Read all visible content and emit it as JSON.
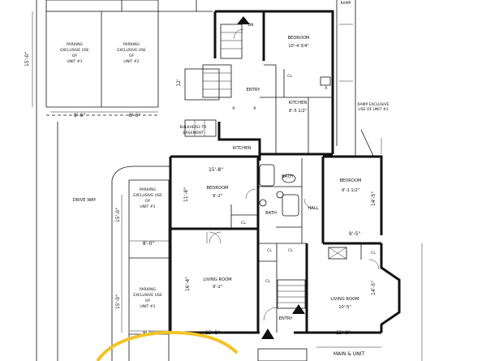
{
  "parking": {
    "top_left": [
      "PARKING",
      "EXCLUSIVE USE",
      "OF",
      "UNIT #1"
    ],
    "top_right": [
      "PARKING",
      "EXCLUSIVE USE",
      "OF",
      "UNIT #2"
    ],
    "mid_left": [
      "PARKING",
      "EXCLUSIVE USE",
      "OF",
      "UNIT #1"
    ],
    "bottom_left": [
      "PARKING",
      "EXCLUSIVE USE",
      "OF",
      "UNIT #1"
    ]
  },
  "driveway": "DRIVE WAY",
  "bulkhead": [
    "BULKHEAD TO",
    "BASEMENT"
  ],
  "ramp_top": "RAMP",
  "ramp_exclusive": [
    "RAMP EXCLUSIVE",
    "USE OF UNIT #2"
  ],
  "dims": {
    "left_15": "15'-0\"",
    "top_8_6_a": "8'-6\"",
    "top_8_6_b": "8'-6\"",
    "mid_15_0": "15'-0\"",
    "mid_8_0": "8'-0\"",
    "low_15_0": "15'-0\"",
    "low_8_0": "8'-0\"",
    "w_15_8_top": "15'-8\"",
    "h_11_8": "11'-8\"",
    "h_12": "12'",
    "h_16_4": "16'-4\"",
    "w_15_8_bot": "15'-8\"",
    "h_14_5_top": "14'-5\"",
    "w_9_5": "9'-5\"",
    "h_14_5_bot": "14'-5\"",
    "w_15_8_right": "15'-8\""
  },
  "rooms": {
    "bedroom_top": {
      "name": "BEDROOM",
      "size": "10'-4 3/4\""
    },
    "kitchen_top": {
      "name": "KITCHEN",
      "size": "8'-5 1/2\""
    },
    "kitchen_lower": {
      "name": "KITCHEN"
    },
    "entry_top": {
      "name": "ENTRY"
    },
    "bath_upper": {
      "name": "BATH"
    },
    "bedroom_mid": {
      "name": "BEDROOM",
      "size": "9'-2\""
    },
    "bath_lower": {
      "name": "BATH"
    },
    "hall": {
      "name": "HALL"
    },
    "bedroom_right": {
      "name": "BEDROOM",
      "size": "9'-1 1/2\""
    },
    "living_left": {
      "name": "LIVING ROOM",
      "size": "9'-2\""
    },
    "living_right": {
      "name": "LIVING ROOM",
      "size": "10'-5\""
    },
    "entry_bottom": {
      "name": "ENTRY"
    }
  },
  "closet": "CL",
  "fridge": "R",
  "dn": "DN",
  "footer": "MAIN & UNIT"
}
